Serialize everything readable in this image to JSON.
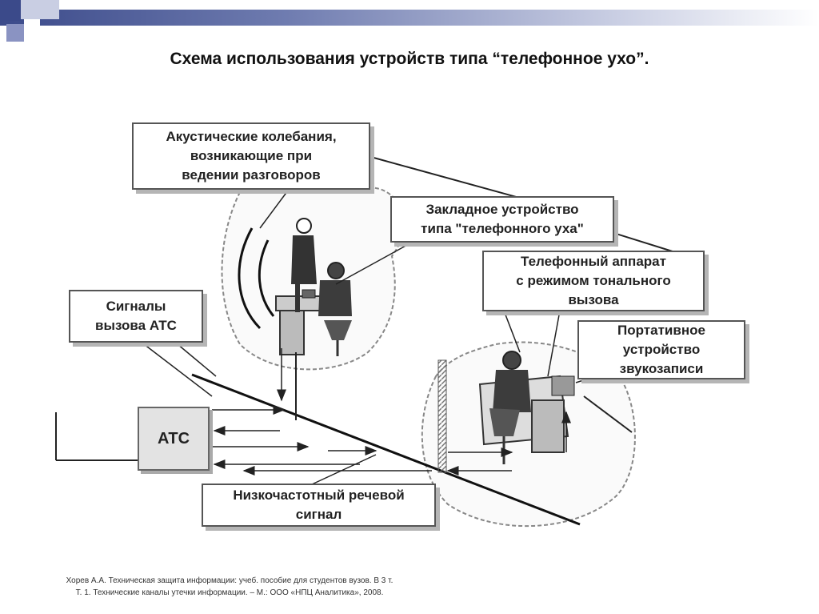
{
  "slide": {
    "title": "Схема использования устройств типа “телефонное ухо”.",
    "accent_color": "#3b4a8a"
  },
  "diagram": {
    "labels": {
      "acoustic": "Акустические колебания,\nвозникающие при\nведении разговоров",
      "bug": "Закладное устройство\nтипа \"телефонного уха\"",
      "phone": "Телефонный аппарат\nс режимом тонального\nвызова",
      "recorder": "Портативное\nустройство\nзвукозаписи",
      "signals": "Сигналы\nвызова АТС",
      "lowfreq": "Низкочастотный речевой\nсигнал"
    },
    "exchange_label": "АТС"
  },
  "reference": {
    "line1": "Хорев А.А.  Техническая  защита информации: учеб. пособие для студентов вузов. В 3 т.",
    "line2": "Т. 1. Технические каналы утечки информации. – М.: ООО «НПЦ Аналитика», 2008."
  }
}
